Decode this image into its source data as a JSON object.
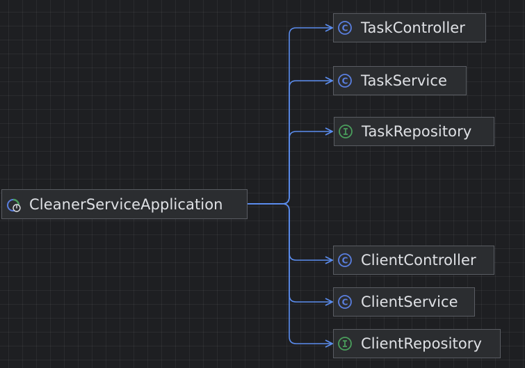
{
  "colors": {
    "background": "#1e1f22",
    "node_fill": "#2b2d30",
    "node_border": "#5a5d63",
    "text": "#dfe1e5",
    "edge": "#5b8def",
    "class_icon": "#5a7fe0",
    "interface_icon": "#4a9e5c"
  },
  "diagram": {
    "root": {
      "label": "CleanerServiceApplication",
      "icon": "spring-boot-app-icon"
    },
    "children": [
      {
        "label": "TaskController",
        "icon": "class-icon"
      },
      {
        "label": "TaskService",
        "icon": "class-icon"
      },
      {
        "label": "TaskRepository",
        "icon": "interface-icon"
      },
      {
        "label": "ClientController",
        "icon": "class-icon"
      },
      {
        "label": "ClientService",
        "icon": "class-icon"
      },
      {
        "label": "ClientRepository",
        "icon": "interface-icon"
      }
    ]
  }
}
